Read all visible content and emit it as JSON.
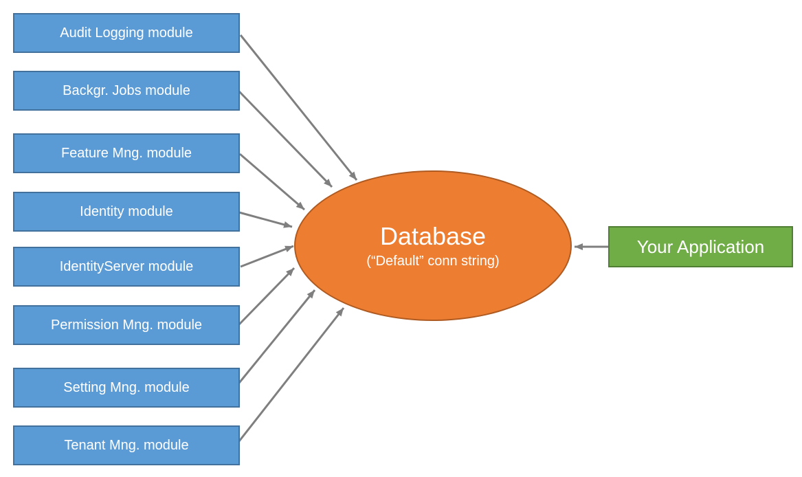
{
  "modules": [
    {
      "label": "Audit Logging module"
    },
    {
      "label": "Backgr. Jobs module"
    },
    {
      "label": "Feature Mng. module"
    },
    {
      "label": "Identity module"
    },
    {
      "label": "IdentityServer module"
    },
    {
      "label": "Permission Mng. module"
    },
    {
      "label": "Setting Mng. module"
    },
    {
      "label": "Tenant Mng. module"
    }
  ],
  "database": {
    "title": "Database",
    "subtitle": "(“Default” conn string)"
  },
  "application": {
    "label": "Your Application"
  },
  "colors": {
    "module_fill": "#5b9bd5",
    "module_border": "#41719c",
    "database_fill": "#ed7d31",
    "database_border": "#ae5a21",
    "application_fill": "#70ad47",
    "application_border": "#507e32",
    "arrow": "#7f7f7f",
    "label_text": "#ffffff",
    "background": "#ffffff"
  }
}
